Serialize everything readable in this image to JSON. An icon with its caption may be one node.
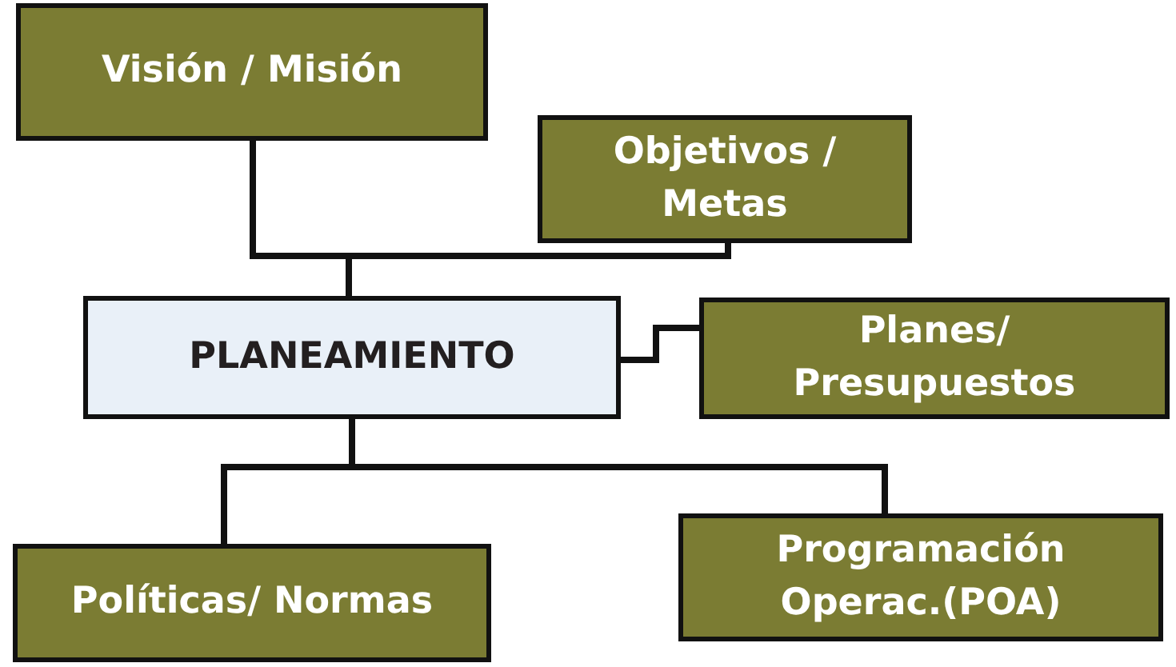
{
  "diagram": {
    "nodes": [
      {
        "text": [
          "Visión / Misión"
        ]
      },
      {
        "text": [
          "Objetivos / Metas"
        ]
      },
      {
        "text": [
          "PLANEAMIENTO"
        ]
      },
      {
        "text": [
          "Planes/ Presupuestos"
        ]
      },
      {
        "text": [
          "Políticas/ Normas"
        ]
      },
      {
        "text": [
          "Programación Operac.(POA)"
        ]
      }
    ],
    "edges": [
      {
        "from": 0,
        "to": 2,
        "arrow": "none"
      },
      {
        "from": 1,
        "to": 2,
        "arrow": "none"
      },
      {
        "from": 2,
        "to": 3,
        "arrow": "none"
      },
      {
        "from": 2,
        "to": 4,
        "arrow": "none"
      },
      {
        "from": 2,
        "to": 5,
        "arrow": "none"
      }
    ]
  }
}
